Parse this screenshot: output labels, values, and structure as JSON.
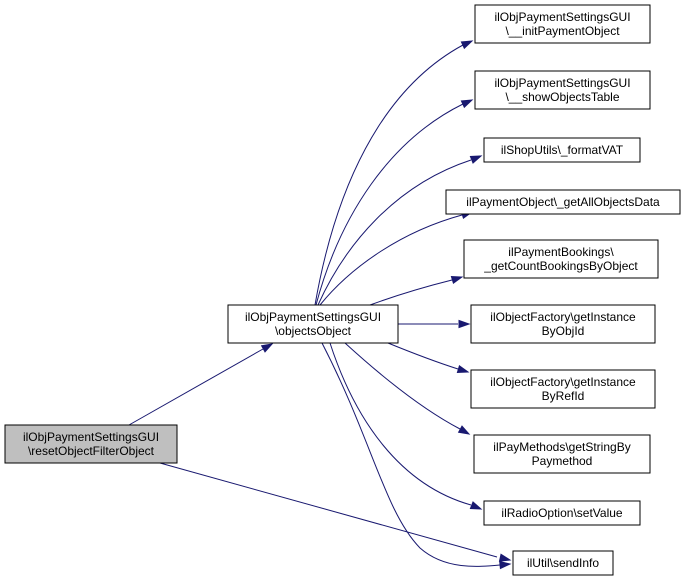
{
  "graph": {
    "nodes": [
      {
        "id": "reset",
        "lines": [
          "ilObjPaymentSettingsGUI",
          "\\resetObjectFilterObject"
        ],
        "highlight": true
      },
      {
        "id": "objects",
        "lines": [
          "ilObjPaymentSettingsGUI",
          "\\objectsObject"
        ],
        "highlight": false
      },
      {
        "id": "init",
        "lines": [
          "ilObjPaymentSettingsGUI",
          "\\__initPaymentObject"
        ],
        "highlight": false
      },
      {
        "id": "show",
        "lines": [
          "ilObjPaymentSettingsGUI",
          "\\__showObjectsTable"
        ],
        "highlight": false
      },
      {
        "id": "vat",
        "lines": [
          "ilShopUtils\\_formatVAT"
        ],
        "highlight": false
      },
      {
        "id": "alldata",
        "lines": [
          "ilPaymentObject\\_getAllObjectsData"
        ],
        "highlight": false
      },
      {
        "id": "count",
        "lines": [
          "ilPaymentBookings\\",
          "_getCountBookingsByObject"
        ],
        "highlight": false
      },
      {
        "id": "byobj",
        "lines": [
          "ilObjectFactory\\getInstance",
          "ByObjId"
        ],
        "highlight": false
      },
      {
        "id": "byref",
        "lines": [
          "ilObjectFactory\\getInstance",
          "ByRefId"
        ],
        "highlight": false
      },
      {
        "id": "paymeth",
        "lines": [
          "ilPayMethods\\getStringBy",
          "Paymethod"
        ],
        "highlight": false
      },
      {
        "id": "radio",
        "lines": [
          "ilRadioOption\\setValue"
        ],
        "highlight": false
      },
      {
        "id": "sendinfo",
        "lines": [
          "ilUtil\\sendInfo"
        ],
        "highlight": false
      }
    ],
    "edges": [
      {
        "from": "reset",
        "to": "objects"
      },
      {
        "from": "reset",
        "to": "sendinfo"
      },
      {
        "from": "objects",
        "to": "init"
      },
      {
        "from": "objects",
        "to": "show"
      },
      {
        "from": "objects",
        "to": "vat"
      },
      {
        "from": "objects",
        "to": "alldata"
      },
      {
        "from": "objects",
        "to": "count"
      },
      {
        "from": "objects",
        "to": "byobj"
      },
      {
        "from": "objects",
        "to": "byref"
      },
      {
        "from": "objects",
        "to": "paymeth"
      },
      {
        "from": "objects",
        "to": "radio"
      },
      {
        "from": "objects",
        "to": "sendinfo"
      }
    ],
    "colors": {
      "edge": "#191970",
      "node_fill": "#ffffff",
      "highlight_fill": "#bfbfbf",
      "border": "#000000"
    }
  }
}
